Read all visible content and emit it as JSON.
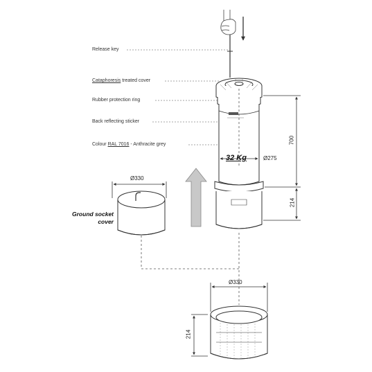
{
  "labels": {
    "release_key": "Release key",
    "cataphoresis_underlined": "Cataphoresis",
    "cataphoresis_rest": " treated cover",
    "rubber_ring": "Rubber protection ring",
    "reflecting_sticker": "Back reflecting sticker",
    "colour_prefix": "Colour ",
    "colour_ral": "RAL 7016",
    "colour_suffix": " - Anthracite grey",
    "weight": "32 Kg",
    "ground_socket_cover_line1": "Ground socket",
    "ground_socket_cover_line2": "cover"
  },
  "dimensions": {
    "bollard_height": "700",
    "bollard_diameter": "Ø275",
    "socket_depth_upper": "214",
    "cover_diameter": "Ø330",
    "sleeve_diameter": "Ø330",
    "sleeve_depth": "214"
  },
  "colors": {
    "line": "#333333",
    "leader": "#888888",
    "arrow_fill": "#c8c8c8",
    "body_fill": "#ffffff"
  }
}
